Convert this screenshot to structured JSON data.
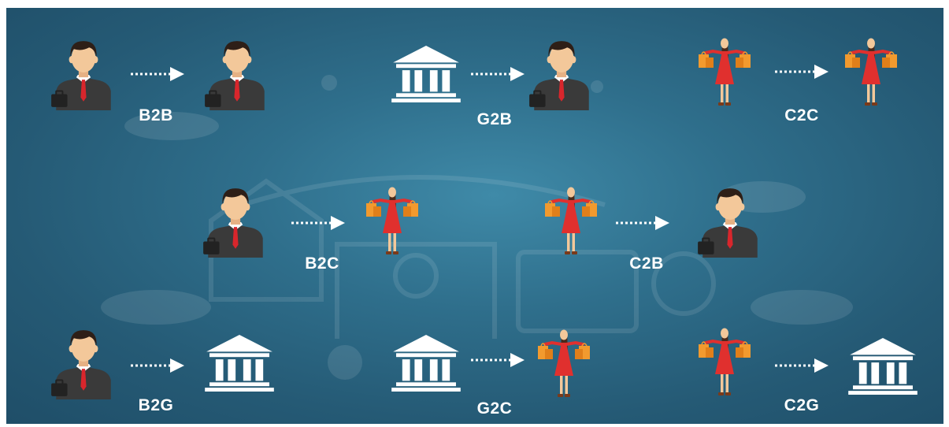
{
  "colors": {
    "background_center": "#3f8aa8",
    "background_edge": "#1f4e68",
    "suit": "#3a3a3a",
    "tie": "#d8262c",
    "skin": "#f3c89a",
    "dress": "#e0302e",
    "bag": "#f29a2e",
    "bank": "#ffffff",
    "arrow": "#ffffff"
  },
  "icons": {
    "business": "businessman-icon",
    "government": "bank-building-icon",
    "consumer": "shopper-woman-icon"
  },
  "models": [
    {
      "label": "B2B",
      "from": "businessman-icon",
      "to": "businessman-icon"
    },
    {
      "label": "G2B",
      "from": "bank-building-icon",
      "to": "businessman-icon"
    },
    {
      "label": "C2C",
      "from": "shopper-woman-icon",
      "to": "shopper-woman-icon"
    },
    {
      "label": "B2C",
      "from": "businessman-icon",
      "to": "shopper-woman-icon"
    },
    {
      "label": "C2B",
      "from": "shopper-woman-icon",
      "to": "businessman-icon"
    },
    {
      "label": "B2G",
      "from": "businessman-icon",
      "to": "bank-building-icon"
    },
    {
      "label": "G2C",
      "from": "bank-building-icon",
      "to": "shopper-woman-icon"
    },
    {
      "label": "C2G",
      "from": "shopper-woman-icon",
      "to": "bank-building-icon"
    }
  ]
}
